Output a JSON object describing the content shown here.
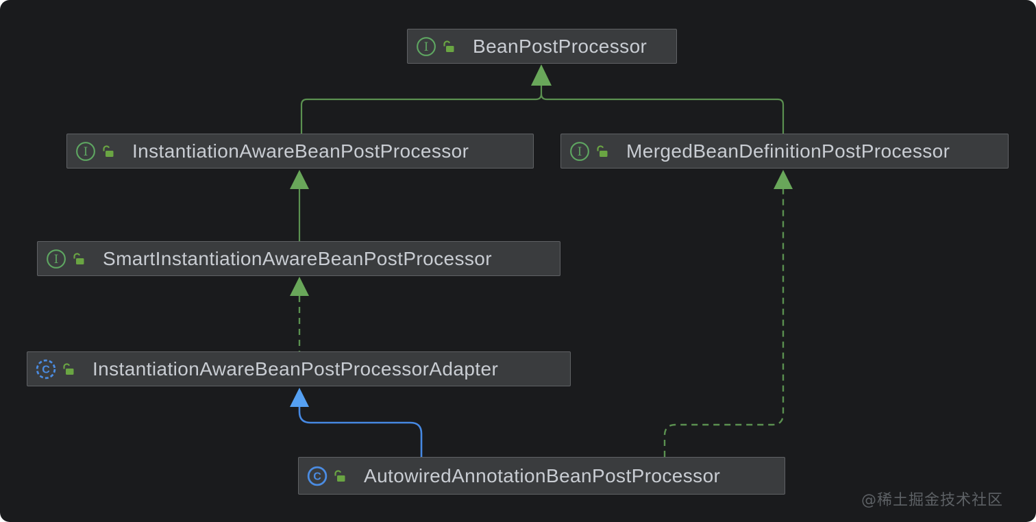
{
  "diagram": {
    "watermark": "@稀土掘金技术社区"
  },
  "nodes": [
    {
      "label": "BeanPostProcessor",
      "kind": "interface"
    },
    {
      "label": "InstantiationAwareBeanPostProcessor",
      "kind": "interface"
    },
    {
      "label": "MergedBeanDefinitionPostProcessor",
      "kind": "interface"
    },
    {
      "label": "SmartInstantiationAwareBeanPostProcessor",
      "kind": "interface"
    },
    {
      "label": "InstantiationAwareBeanPostProcessorAdapter",
      "kind": "abstract-class"
    },
    {
      "label": "AutowiredAnnotationBeanPostProcessor",
      "kind": "class"
    }
  ],
  "icons": {
    "interface_letter": "I",
    "class_letter": "C",
    "lock": "open-lock"
  },
  "edges": [
    {
      "from": "InstantiationAwareBeanPostProcessor",
      "to": "BeanPostProcessor",
      "line": "solid",
      "meaning": "extends"
    },
    {
      "from": "MergedBeanDefinitionPostProcessor",
      "to": "BeanPostProcessor",
      "line": "solid",
      "meaning": "extends"
    },
    {
      "from": "SmartInstantiationAwareBeanPostProcessor",
      "to": "InstantiationAwareBeanPostProcessor",
      "line": "solid",
      "meaning": "extends"
    },
    {
      "from": "InstantiationAwareBeanPostProcessorAdapter",
      "to": "SmartInstantiationAwareBeanPostProcessor",
      "line": "dashed",
      "meaning": "implements"
    },
    {
      "from": "AutowiredAnnotationBeanPostProcessor",
      "to": "InstantiationAwareBeanPostProcessorAdapter",
      "line": "solid",
      "meaning": "extends"
    },
    {
      "from": "AutowiredAnnotationBeanPostProcessor",
      "to": "MergedBeanDefinitionPostProcessor",
      "line": "dashed",
      "meaning": "implements"
    }
  ],
  "colors": {
    "canvas_bg": "#1a1b1d",
    "node_bg": "#3a3c3e",
    "node_border": "#606265",
    "node_text": "#c9cdd3",
    "green_line": "#5b9150",
    "green_arrow": "#69a75a",
    "blue_line": "#4689e3",
    "blue_arrow": "#55a0f2",
    "interface_icon": "#5ea661",
    "class_icon": "#4b8ce2",
    "lock_icon": "#6aa543",
    "watermark_text": "#5d6165"
  }
}
